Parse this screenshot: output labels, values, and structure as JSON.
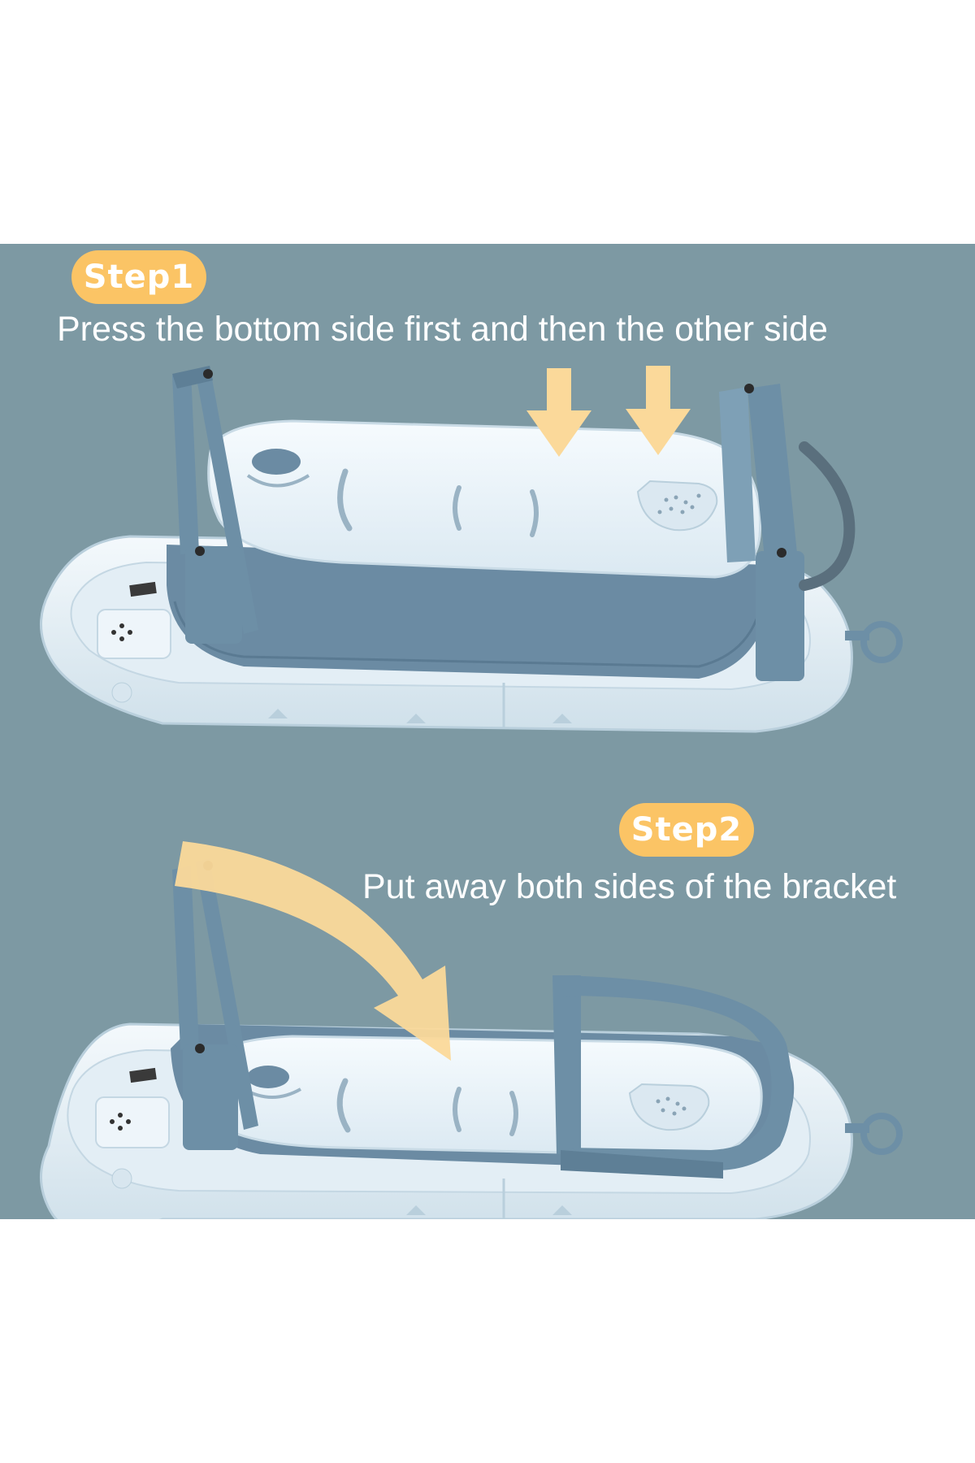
{
  "step1": {
    "badge": "Step1",
    "caption": "Press the bottom side first and then the other side"
  },
  "step2": {
    "badge": "Step2",
    "caption": "Put away both sides of the bracket"
  },
  "colors": {
    "background": "#7d99a3",
    "badge": "#fbc465",
    "arrow": "#fbd99a",
    "tub_base": "#e8f2f8",
    "tub_rim": "#d6e6ef",
    "bracket": "#6d8fa6",
    "soft_body": "#6b8ba3",
    "insert": "#eef5fa"
  },
  "icons": {
    "press_arrows": "down-arrow-icon",
    "fold_arrow": "curved-arrow-icon",
    "hanging_hook": "hook-icon"
  }
}
